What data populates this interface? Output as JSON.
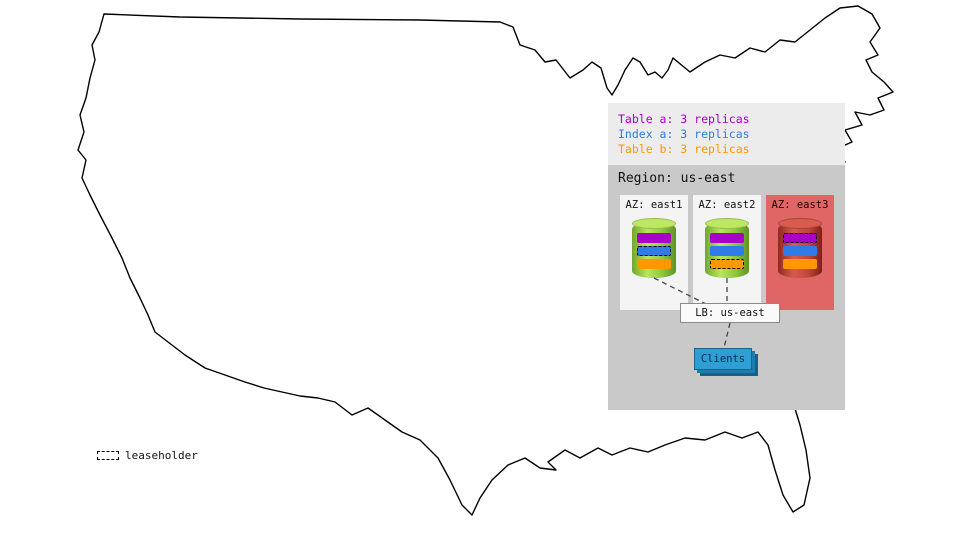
{
  "colors": {
    "table_a": "#a800c8",
    "index_a": "#2f7ce8",
    "table_b": "#ff9800"
  },
  "legend": {
    "items": [
      {
        "label": "Table a: 3 replicas",
        "color": "#a800c8",
        "series": "table_a"
      },
      {
        "label": "Index a: 3 replicas",
        "color": "#2f7ce8",
        "series": "index_a"
      },
      {
        "label": "Table b: 3 replicas",
        "color": "#ff9800",
        "series": "table_b"
      }
    ]
  },
  "region": {
    "title": "Region: us-east",
    "azs": [
      {
        "label": "AZ: east1",
        "status": "up",
        "leaseholder": "index_a"
      },
      {
        "label": "AZ: east2",
        "status": "up",
        "leaseholder": "table_b"
      },
      {
        "label": "AZ: east3",
        "status": "down",
        "leaseholder": "table_a"
      }
    ]
  },
  "lb": {
    "label": "LB: us-east"
  },
  "clients": {
    "label": "Clients"
  },
  "map_legend": {
    "leaseholder_label": "leaseholder"
  }
}
